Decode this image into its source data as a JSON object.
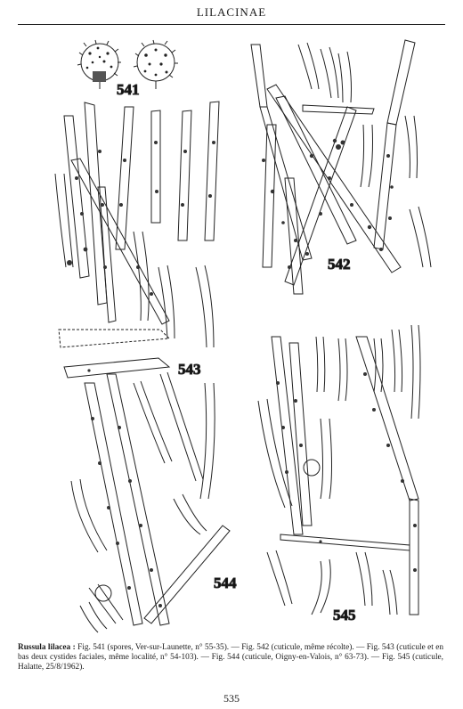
{
  "header": {
    "title": "LILACINAE"
  },
  "figures": [
    {
      "id": "541",
      "label": "541"
    },
    {
      "id": "542",
      "label": "542"
    },
    {
      "id": "543",
      "label": "543"
    },
    {
      "id": "544",
      "label": "544"
    },
    {
      "id": "545",
      "label": "545"
    }
  ],
  "caption": {
    "species": "Russula lilacea :",
    "text": " Fig. 541 (spores, Ver-sur-Launette, n° 55-35). — Fig. 542 (cuticule, même récolte). — Fig. 543 (cuticule et en bas deux cystides faciales, même localité, n° 54-103). — Fig. 544 (cuticule, Oigny-en-Valois, n° 63-73). — Fig. 545 (cuticule, Halatte, 25/8/1962)."
  },
  "page_number": "535"
}
